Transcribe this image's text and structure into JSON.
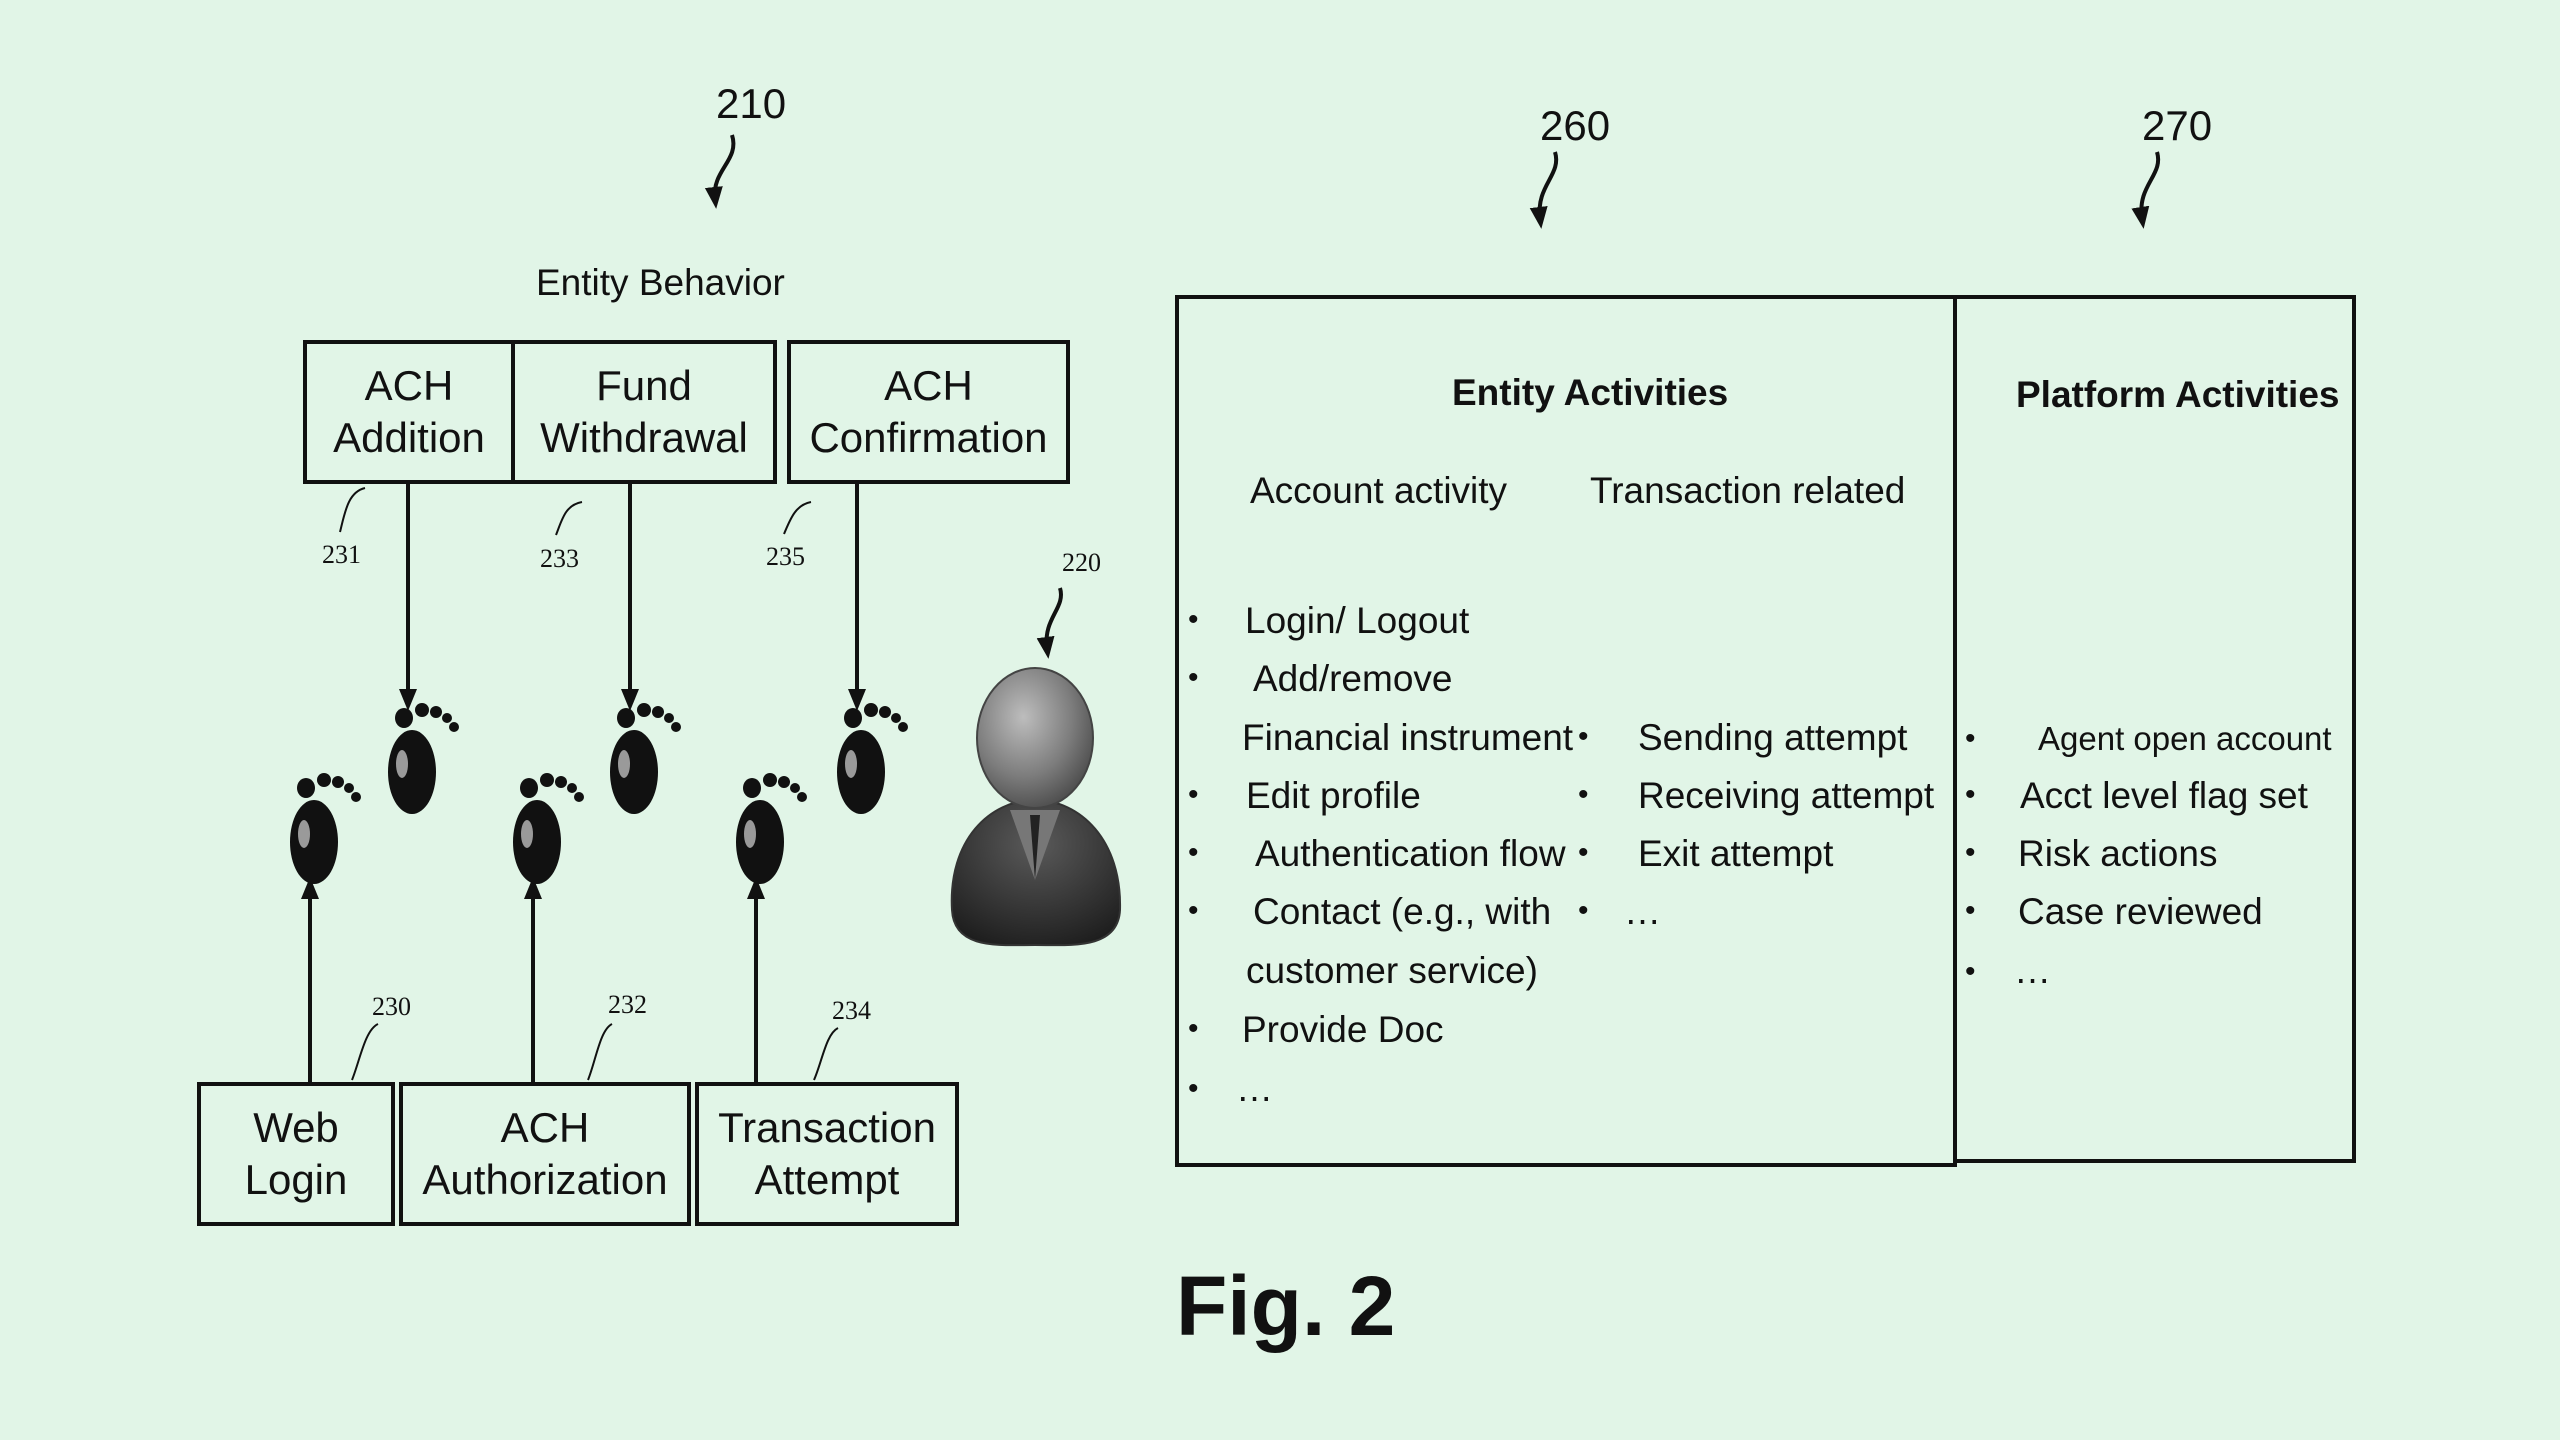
{
  "refs": {
    "r210": "210",
    "r260": "260",
    "r270": "270",
    "r220": "220",
    "r231": "231",
    "r233": "233",
    "r235": "235",
    "r230": "230",
    "r232": "232",
    "r234": "234"
  },
  "entity_behavior": {
    "caption": "Entity Behavior",
    "top_boxes": [
      {
        "line1": "ACH",
        "line2": "Addition"
      },
      {
        "line1": "Fund",
        "line2": "Withdrawal"
      },
      {
        "line1": "ACH",
        "line2": "Confirmation"
      }
    ],
    "bottom_boxes": [
      {
        "line1": "Web",
        "line2": "Login"
      },
      {
        "line1": "ACH",
        "line2": "Authorization"
      },
      {
        "line1": "Transaction",
        "line2": "Attempt"
      }
    ]
  },
  "entity_activities": {
    "title": "Entity Activities",
    "col1_header": "Account activity",
    "col2_header": "Transaction related",
    "col1_items": [
      "Login/ Logout",
      "Add/remove",
      "Financial instrument",
      "Edit profile",
      "Authentication flow",
      "Contact (e.g., with",
      "customer service)",
      "Provide Doc",
      "…"
    ],
    "col2_items": [
      "Sending attempt",
      "Receiving attempt",
      "Exit attempt",
      "…"
    ]
  },
  "platform_activities": {
    "title": "Platform Activities",
    "items": [
      "Agent open account",
      "Acct level flag set",
      "Risk actions",
      "Case reviewed",
      "…"
    ]
  },
  "figure_label": "Fig. 2",
  "bullet_char": "•"
}
